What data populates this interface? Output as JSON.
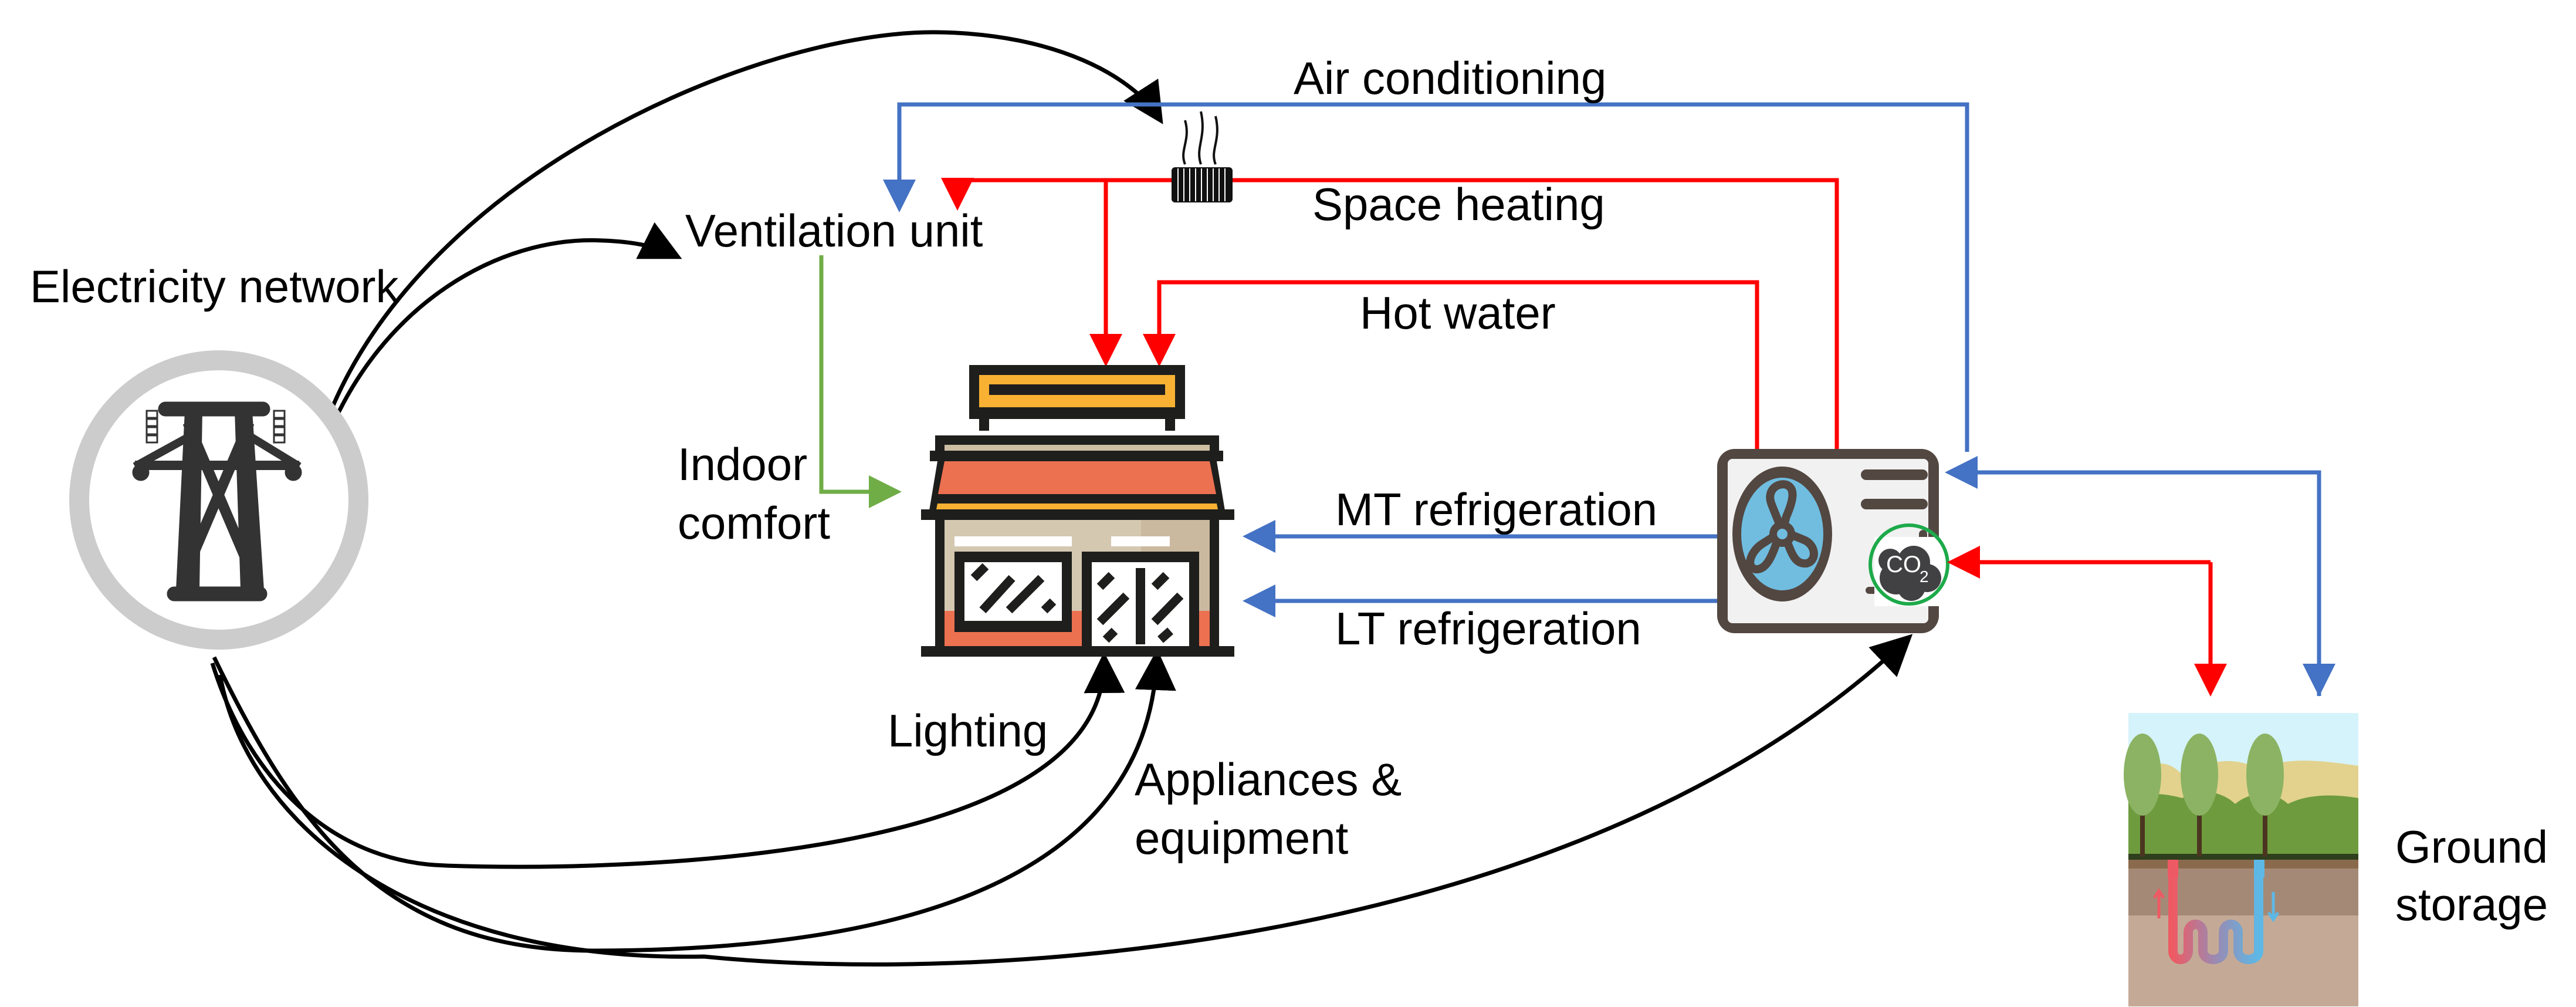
{
  "title": "Supermarket energy system diagram",
  "colors": {
    "electricity": "#000000",
    "cooling": "#4472C4",
    "heating": "#FF0000",
    "comfort": "#70AD47",
    "tower_ring": "#CCCCCC",
    "heat_pump_frame": "#534741",
    "fan_blue": "#70BDE0",
    "shop_orange": "#EC7150",
    "shop_yellow": "#F8B133",
    "shop_beige": "#D5C8B1",
    "co2_ring": "#1DAA4A"
  },
  "nodes": {
    "electricity_network": {
      "label": "Electricity network",
      "icon": "power-tower-icon"
    },
    "ventilation_unit": {
      "label": "Ventilation unit"
    },
    "heater": {
      "icon": "radiator-heater-icon"
    },
    "shop": {
      "icon": "shop-building-icon"
    },
    "heat_pump": {
      "icon": "co2-heat-pump-icon",
      "co2_text": "CO",
      "co2_sub": "2"
    },
    "ground_storage": {
      "label_line1": "Ground",
      "label_line2": "storage",
      "icon": "ground-borehole-icon"
    }
  },
  "flows": {
    "air_conditioning": "Air conditioning",
    "space_heating": "Space heating",
    "hot_water": "Hot water",
    "indoor_comfort_line1": "Indoor",
    "indoor_comfort_line2": "comfort",
    "mt_refrigeration": "MT refrigeration",
    "lt_refrigeration": "LT refrigeration",
    "lighting": "Lighting",
    "appliances_line1": "Appliances &",
    "appliances_line2": "equipment"
  }
}
